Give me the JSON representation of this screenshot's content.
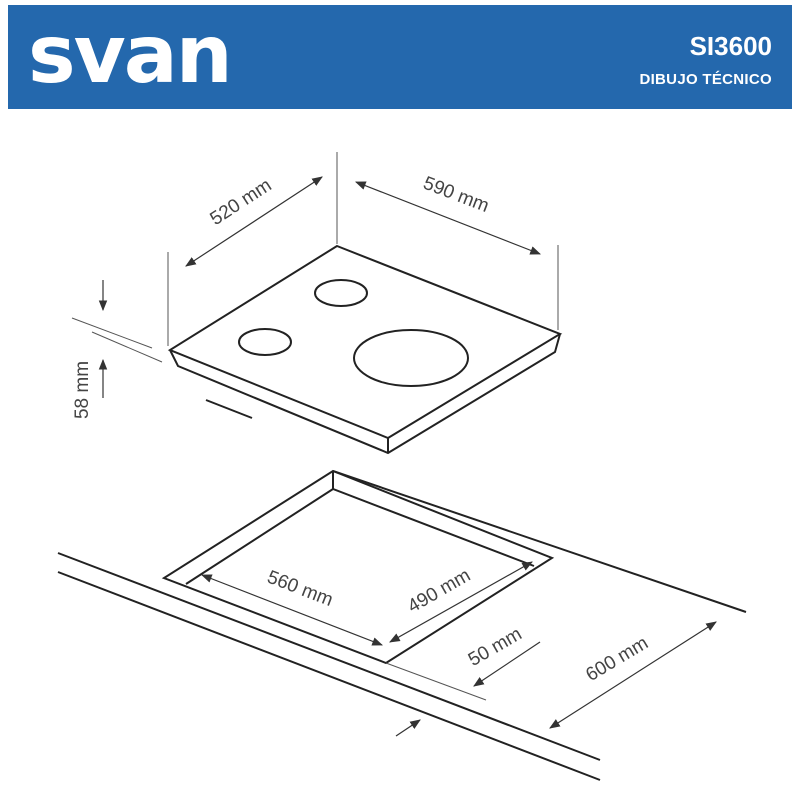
{
  "header": {
    "brand": "svan",
    "model": "SI3600",
    "subtitle": "DIBUJO TÉCNICO",
    "color": "#2468ad"
  },
  "dimensions": {
    "hob_depth": "520 mm",
    "hob_width": "590 mm",
    "hob_height": "58 mm",
    "cutout_width": "560 mm",
    "cutout_depth": "490 mm",
    "front_margin": "50 mm",
    "counter_depth": "600 mm"
  }
}
